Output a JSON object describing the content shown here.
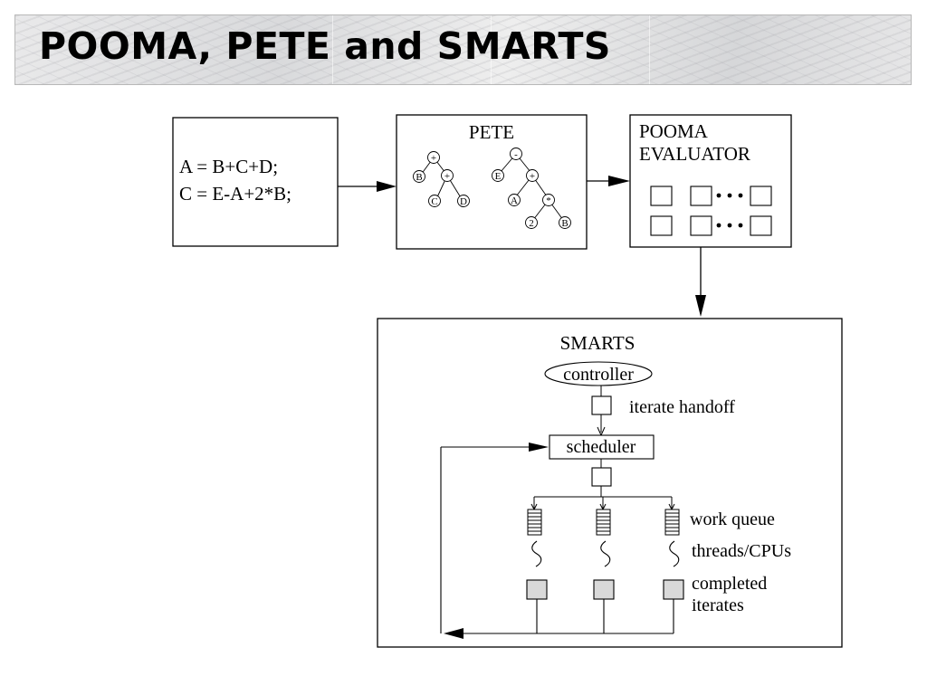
{
  "slide": {
    "title": "POOMA, PETE and SMARTS"
  },
  "code_box": {
    "line1": "A = B+C+D;",
    "line2": "C = E-A+2*B;"
  },
  "pete_box": {
    "title": "PETE",
    "tree1": {
      "root": "+",
      "left": "B",
      "right": "+",
      "right_left": "C",
      "right_right": "D"
    },
    "tree2": {
      "root": "-",
      "left": "E",
      "right": "+",
      "right_left": "A",
      "right_right": "*",
      "mul_left": "2",
      "mul_right": "B"
    }
  },
  "evaluator_box": {
    "title_line1": "POOMA",
    "title_line2": "EVALUATOR"
  },
  "smarts_box": {
    "title": "SMARTS",
    "controller": "controller",
    "handoff_label": "iterate handoff",
    "scheduler": "scheduler",
    "work_queue_label": "work queue",
    "threads_label": "threads/CPUs",
    "completed_line1": "completed",
    "completed_line2": "iterates"
  }
}
